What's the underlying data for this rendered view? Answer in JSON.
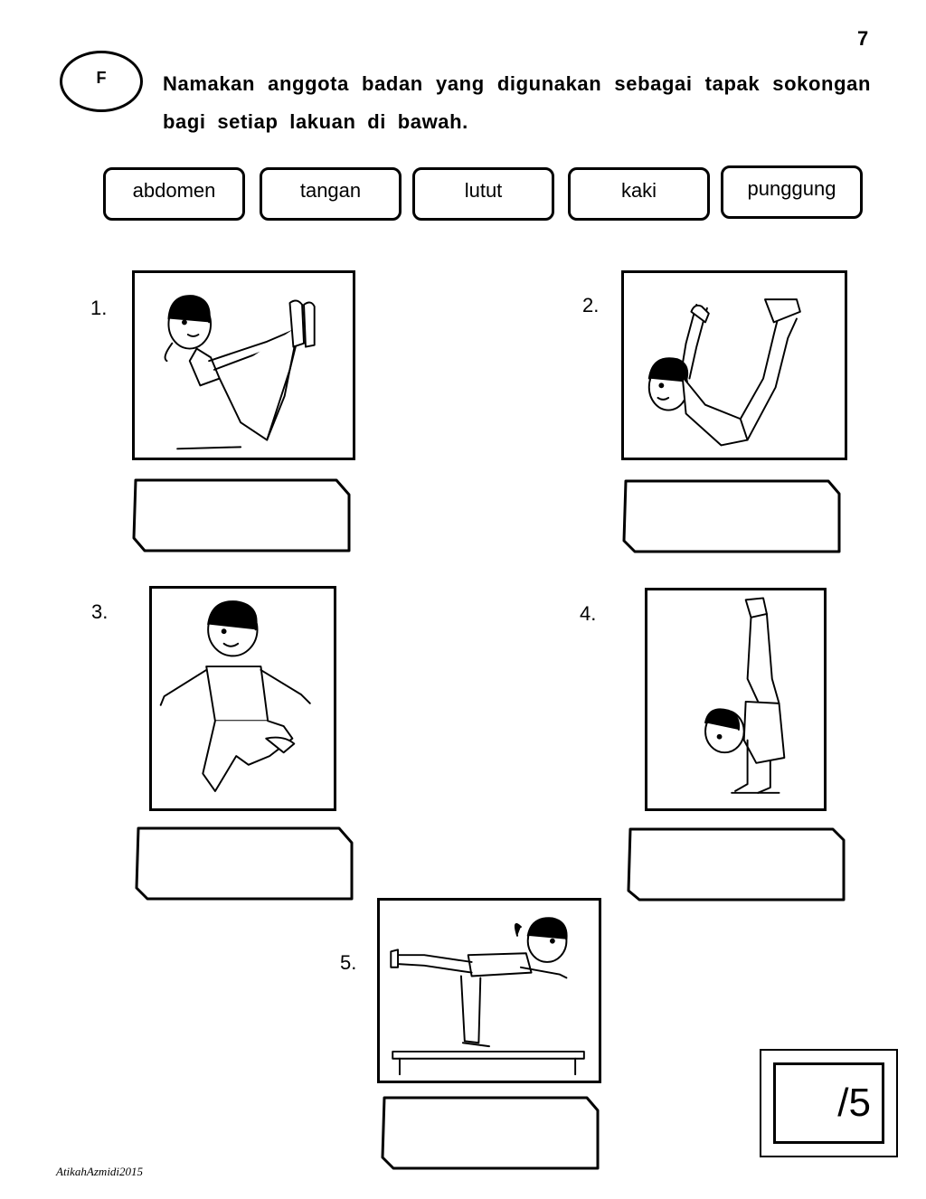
{
  "page_number": "7",
  "section_label": "F",
  "instruction": "Namakan anggota badan yang digunakan sebagai tapak sokongan bagi setiap lakuan di bawah.",
  "word_bank": [
    "abdomen",
    "tangan",
    "lutut",
    "kaki",
    "punggung"
  ],
  "questions": [
    {
      "number": "1.",
      "answer": ""
    },
    {
      "number": "2.",
      "answer": ""
    },
    {
      "number": "3.",
      "answer": ""
    },
    {
      "number": "4.",
      "answer": ""
    },
    {
      "number": "5.",
      "answer": ""
    }
  ],
  "score": "/5",
  "footer": "AtikahAzmidi2015"
}
